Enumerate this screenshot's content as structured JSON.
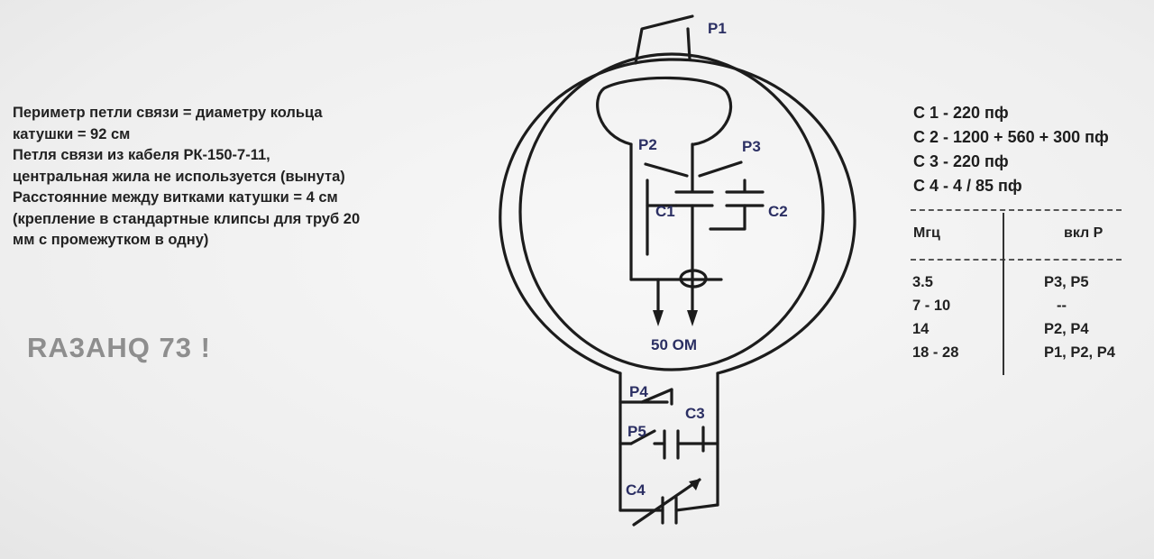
{
  "description_lines": [
    "Периметр петли связи = диаметру кольца",
    "катушки = 92 см",
    "Петля связи из кабеля РК-150-7-11,",
    "центральная жила не используется (вынута)",
    "Расстоянние между витками катушки = 4 см",
    "(крепление в стандартные клипсы для труб 20",
    "мм с промежутком в одну)"
  ],
  "callsign": "RA3AHQ 73 !",
  "capacitor_values": [
    "C 1 - 220 пф",
    "C 2 - 1200 + 560 + 300 пф",
    "C 3 - 220 пф",
    "C 4 - 4 / 85 пф"
  ],
  "band_table": {
    "header_mhz": "Мгц",
    "header_switch": "вкл Р",
    "rows": [
      {
        "mhz": "3.5",
        "switches": "P3, P5"
      },
      {
        "mhz": "7 - 10",
        "switches": "--"
      },
      {
        "mhz": "14",
        "switches": "P2, P4"
      },
      {
        "mhz": "18 - 28",
        "switches": "P1, P2, P4"
      }
    ]
  },
  "schematic_labels": {
    "p1": "P1",
    "p2": "P2",
    "p3": "P3",
    "c1": "C1",
    "c2": "C2",
    "impedance": "50 ОМ",
    "p4": "P4",
    "p5": "P5",
    "c3": "C3",
    "c4": "C4"
  },
  "colors": {
    "ink": "#1c1c1c",
    "label_ink": "#2b2f63",
    "callsign": "#8e8e8e"
  }
}
